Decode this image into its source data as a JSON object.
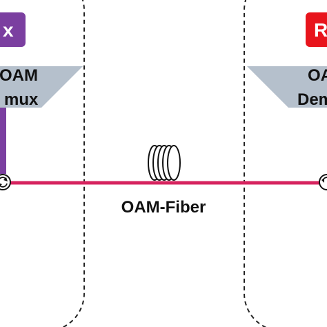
{
  "left_node": {
    "badge_text": "x",
    "badge_color": "#7b3fa0",
    "block_line1": "OAM",
    "block_line2": "mux",
    "block_color": "#b5c0cc",
    "vertical_link_color": "#7b3fa0"
  },
  "right_node": {
    "badge_text": "R",
    "badge_color": "#e8141c",
    "block_line1": "OA",
    "block_line2": "Dem",
    "block_color": "#b5c0cc"
  },
  "fiber": {
    "label": "OAM-Fiber",
    "color": "#d6245f",
    "spool_icon": "fiber-spool-icon",
    "circulator_icon": "circulator-icon"
  }
}
